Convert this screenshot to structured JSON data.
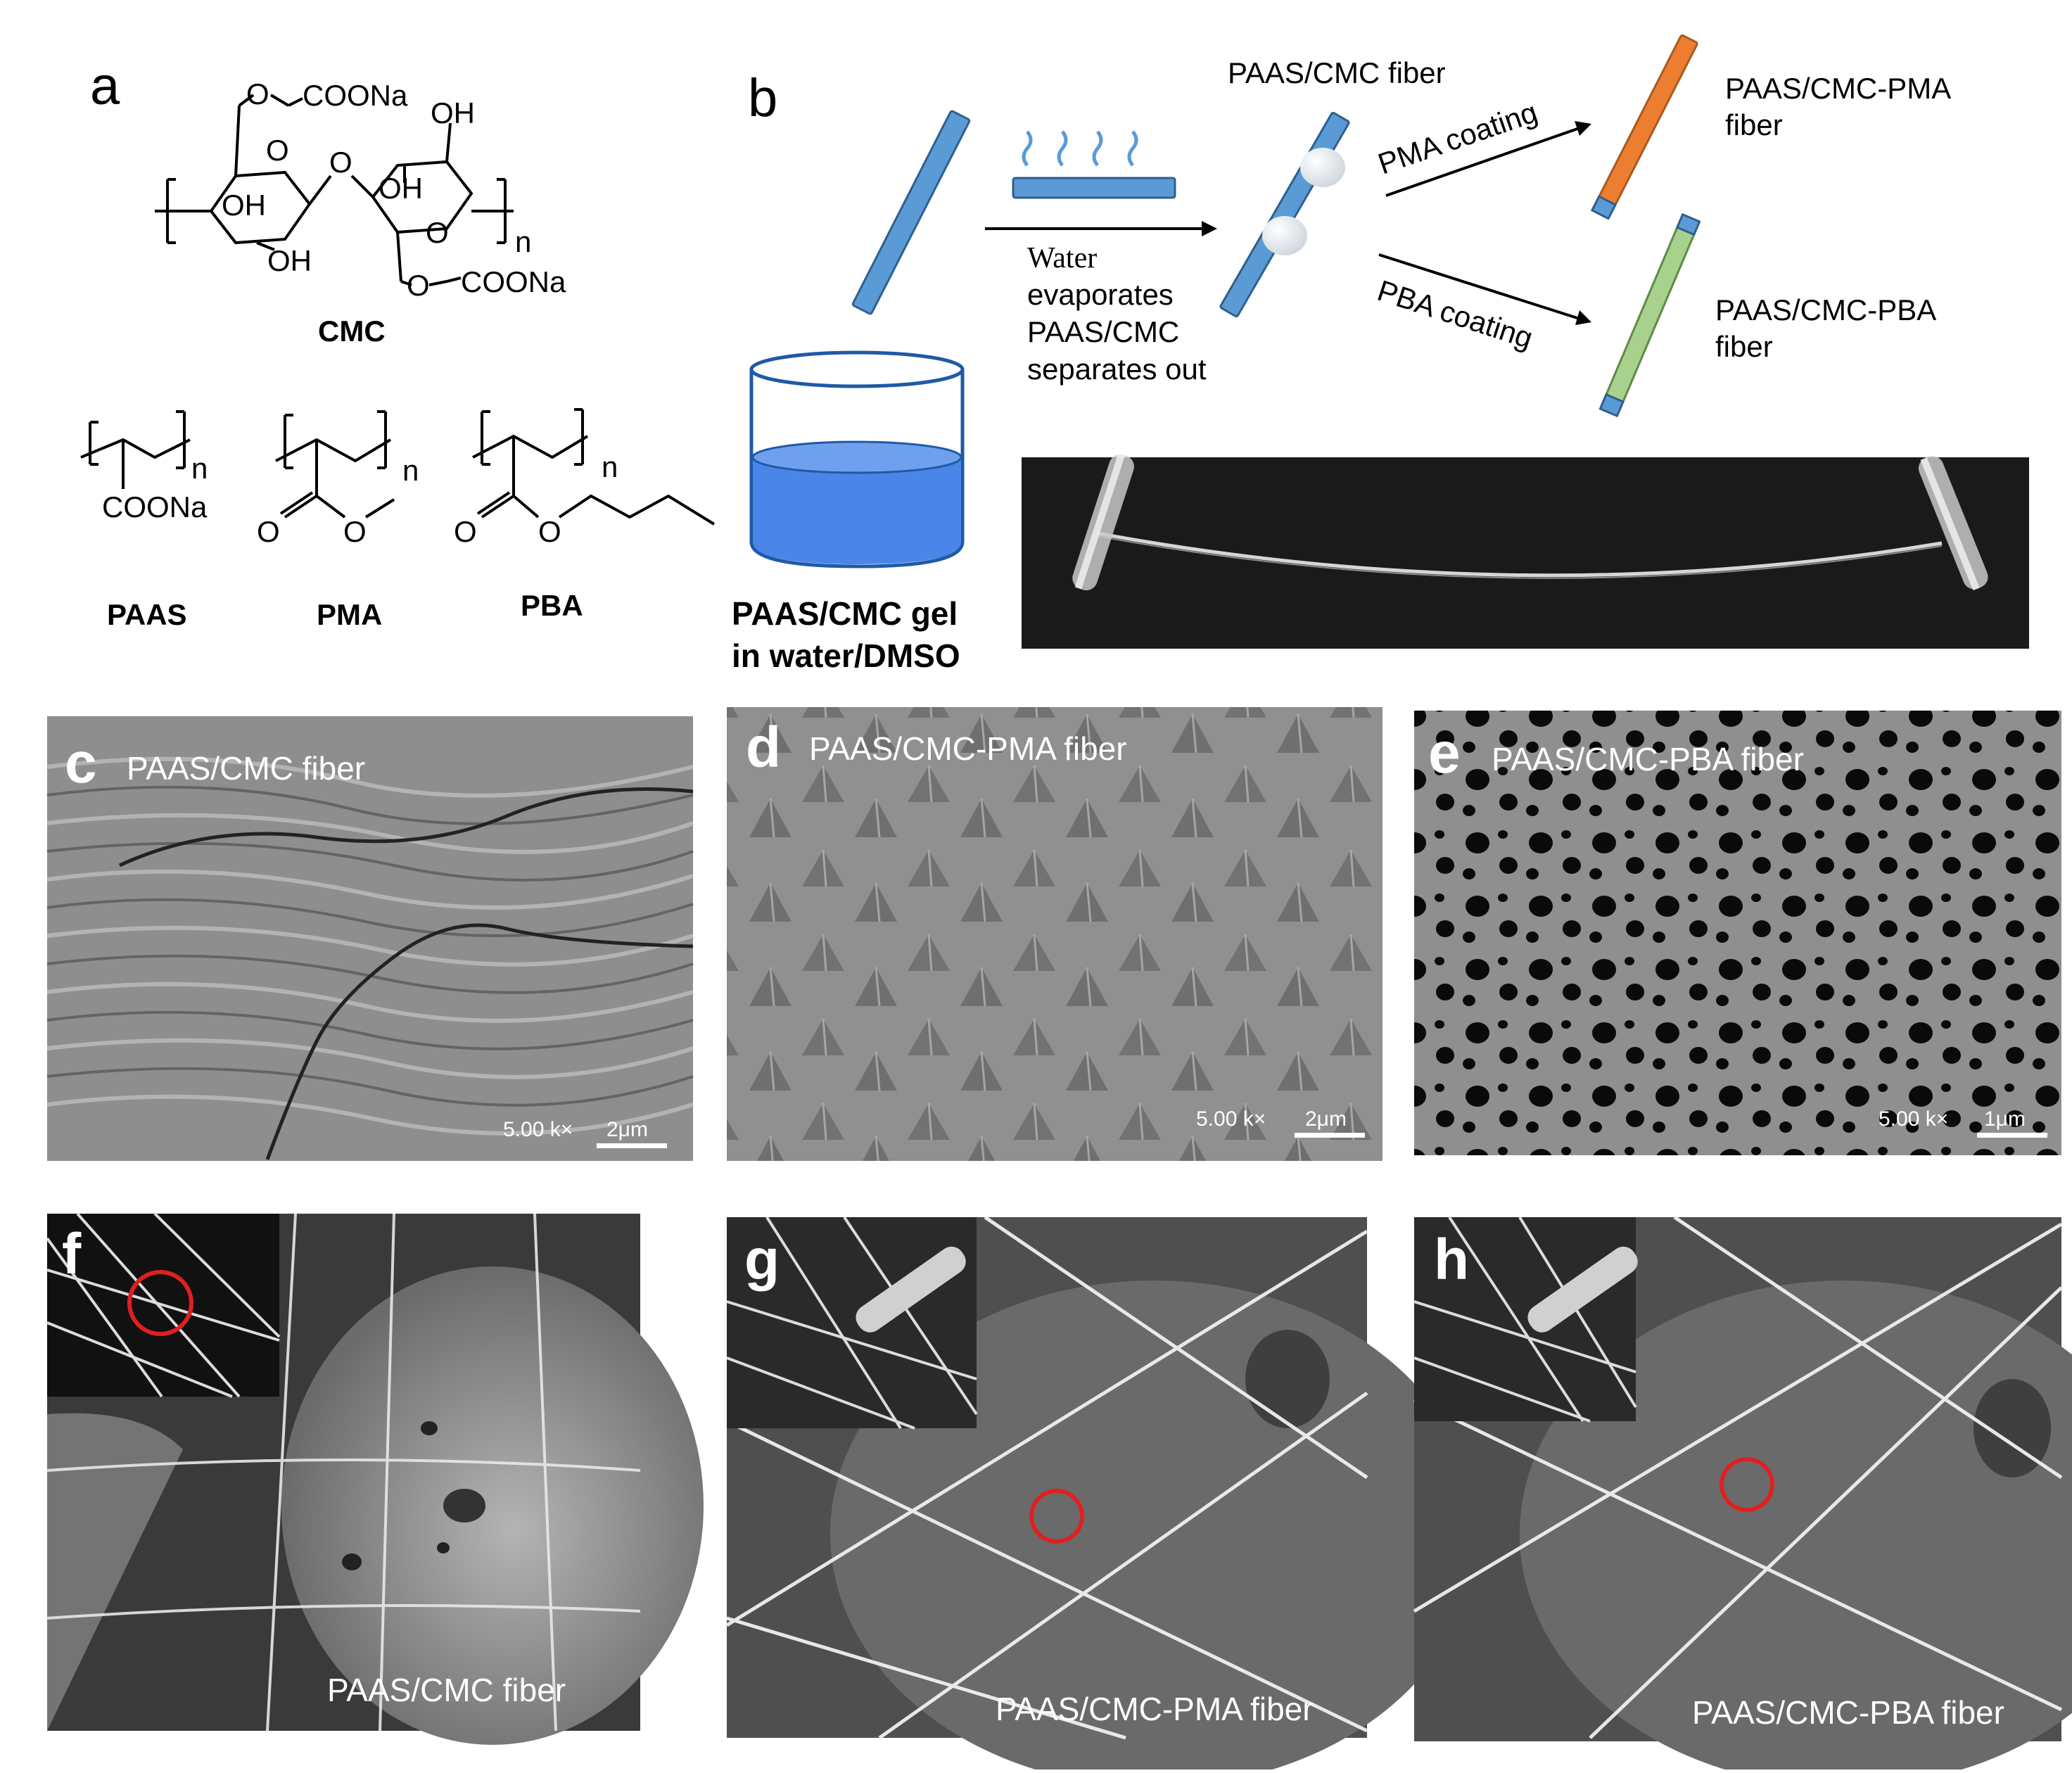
{
  "panel_a": {
    "letter": "a",
    "cmc": {
      "caption": "CMC",
      "coona_top": "COONa",
      "coona_bottom": "COONa",
      "o_top": "O",
      "o_bottom": "O",
      "oh_1": "OH",
      "oh_2": "OH",
      "oh_3": "OH",
      "oh_4": "OH",
      "ring_o_1": "O",
      "ring_o_2": "O",
      "bridge_o": "O",
      "n": "n"
    },
    "paas": {
      "caption": "PAAS",
      "group": "COONa",
      "n": "n"
    },
    "pma": {
      "caption": "PMA",
      "o_double": "O",
      "o_single": "O",
      "n": "n"
    },
    "pba": {
      "caption": "PBA",
      "o_double": "O",
      "o_single": "O",
      "n": "n"
    }
  },
  "panel_b": {
    "letter": "b",
    "beaker_caption_line1": "PAAS/CMC gel",
    "beaker_caption_line2": "in water/DMSO",
    "arrow_text_1": "Water",
    "arrow_text_2": "evaporates",
    "arrow_text_3": "PAAS/CMC",
    "arrow_text_4": "separates out",
    "fiber_label": "PAAS/CMC fiber",
    "pma_coating": "PMA coating",
    "pba_coating": "PBA coating",
    "pma_fiber_line1": "PAAS/CMC-PMA",
    "pma_fiber_line2": "fiber",
    "pba_fiber_line1": "PAAS/CMC-PBA",
    "pba_fiber_line2": "fiber",
    "colors": {
      "fiber_blue": "#5b9bd5",
      "pma_orange": "#ed7d31",
      "pba_green": "#a9d18e",
      "water": "#4a86e8"
    }
  },
  "sem": [
    {
      "letter": "c",
      "label": "PAAS/CMC fiber",
      "scale_mag": "5.00 k×",
      "scale_len": "2μm"
    },
    {
      "letter": "d",
      "label": "PAAS/CMC-PMA fiber",
      "scale_mag": "5.00 k×",
      "scale_len": "2μm"
    },
    {
      "letter": "e",
      "label": "PAAS/CMC-PBA fiber",
      "scale_mag": "5.00 k×",
      "scale_len": "1μm"
    }
  ],
  "photos": [
    {
      "letter": "f",
      "label": "PAAS/CMC fiber"
    },
    {
      "letter": "g",
      "label": "PAAS/CMC-PMA fiber"
    },
    {
      "letter": "h",
      "label": "PAAS/CMC-PBA fiber"
    }
  ]
}
